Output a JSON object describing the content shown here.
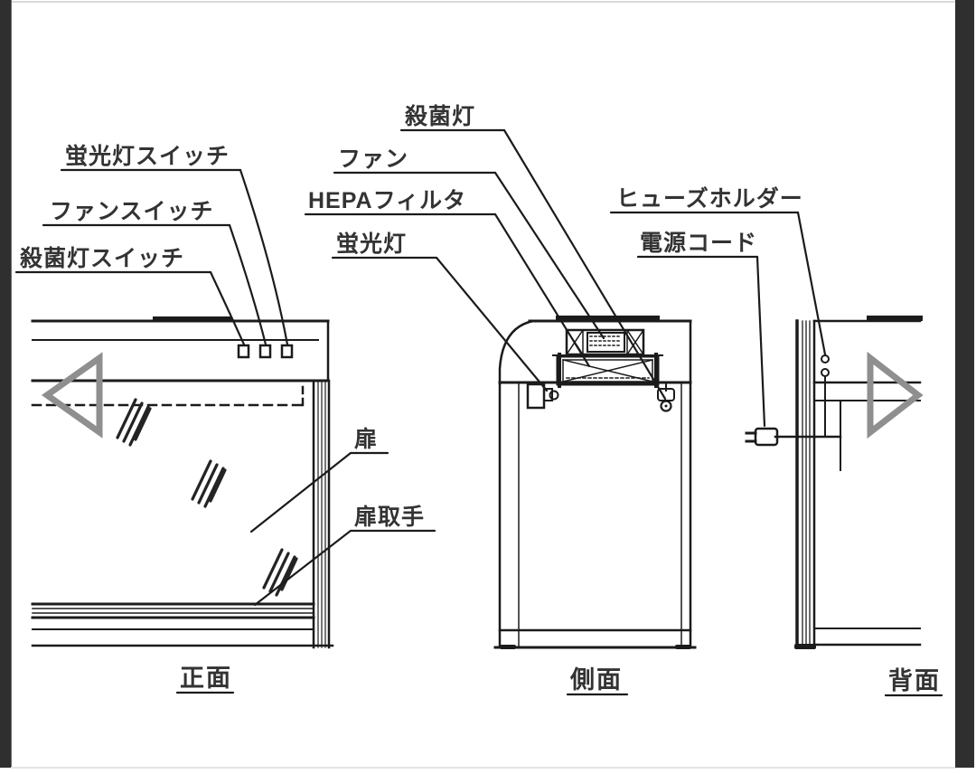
{
  "viewer": {
    "frame_color": "#2f2f2f",
    "nav": {
      "prev": "previous-image",
      "next": "next-image"
    }
  },
  "diagram": {
    "colors": {
      "line": "#1b1b1b",
      "text": "#333333",
      "nav_arrow": "#8f8f8f",
      "background": "#ffffff"
    },
    "views": {
      "front": {
        "caption": "正面"
      },
      "side": {
        "caption": "側面"
      },
      "back": {
        "caption": "背面"
      }
    },
    "labels": {
      "fluorescent_switch": "蛍光灯スイッチ",
      "fan_switch": "ファンスイッチ",
      "germicidal_switch": "殺菌灯スイッチ",
      "germicidal_lamp": "殺菌灯",
      "fan": "ファン",
      "hepa_filter": "HEPAフィルタ",
      "fluorescent_lamp": "蛍光灯",
      "fuse_holder": "ヒューズホルダー",
      "power_cord": "電源コード",
      "door": "扉",
      "door_handle": "扉取手"
    }
  }
}
